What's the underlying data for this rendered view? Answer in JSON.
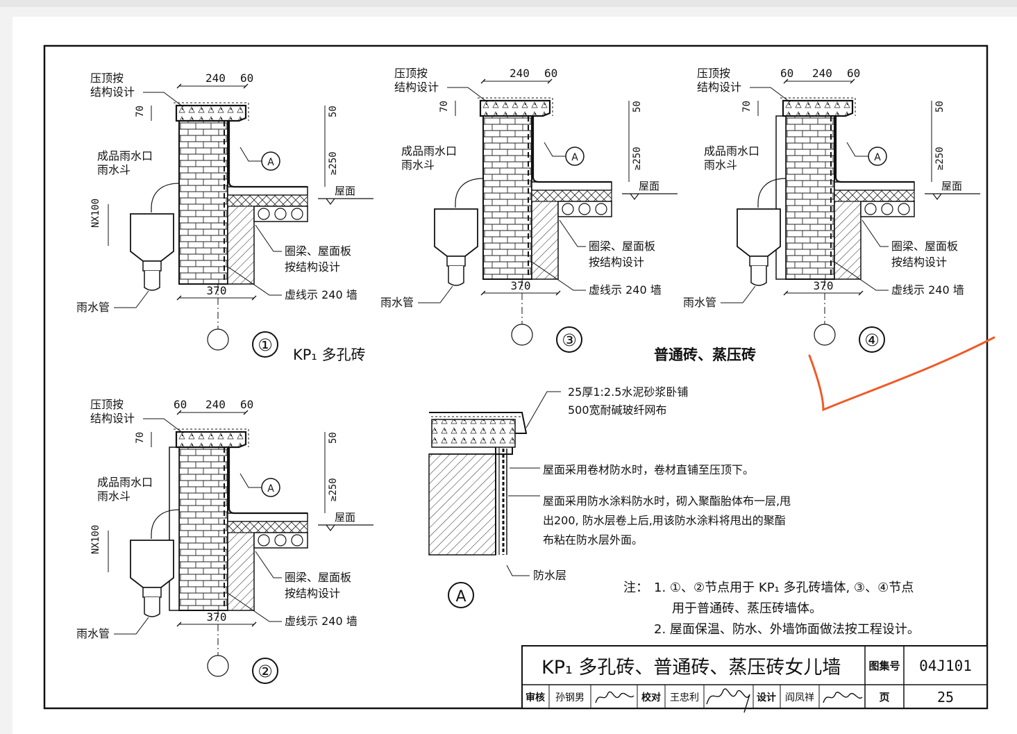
{
  "sheet": {
    "title": "KP₁ 多孔砖、普通砖、蒸压砖女儿墙",
    "atlas_label": "图集号",
    "atlas_no": "04J101",
    "page_label": "页",
    "page_no": "25",
    "review_label": "审核",
    "reviewer": "孙钢男",
    "check_label": "校对",
    "checker": "王忠利",
    "design_label": "设计",
    "designer": "阎凤祥"
  },
  "details": [
    {
      "no": "①",
      "top_dims": [
        "240",
        "60"
      ],
      "bottom_dim": "370",
      "label_top": [
        "压顶按",
        "结构设计"
      ],
      "label_outlet": [
        "成品雨水口",
        "雨水斗"
      ],
      "label_pipe": "雨水管",
      "label_beam": [
        "圈梁、屋面板",
        "按结构设计"
      ],
      "label_dashed": "虚线示 240 墙",
      "label_roof": "屋面",
      "callout": "A",
      "dim_70": "70",
      "dim_50": "50",
      "dim_250": "≥250",
      "dim_nx": "NX100"
    },
    {
      "no": "③",
      "top_dims": [
        "240",
        "60"
      ],
      "bottom_dim": "370",
      "label_top": [
        "压顶按",
        "结构设计"
      ],
      "label_outlet": [
        "成品雨水口",
        "雨水斗"
      ],
      "label_pipe": "雨水管",
      "label_beam": [
        "圈梁、屋面板",
        "按结构设计"
      ],
      "label_dashed": "虚线示 240 墙",
      "label_roof": "屋面",
      "callout": "A",
      "dim_70": "70",
      "dim_50": "50",
      "dim_250": "≥250"
    },
    {
      "no": "④",
      "top_dims": [
        "60",
        "240",
        "60"
      ],
      "bottom_dim": "370",
      "label_top": [
        "压顶按",
        "结构设计"
      ],
      "label_outlet": [
        "成品雨水口",
        "雨水斗"
      ],
      "label_pipe": "雨水管",
      "label_beam": [
        "圈梁、屋面板",
        "按结构设计"
      ],
      "label_dashed": "虚线示 240 墙",
      "label_roof": "屋面",
      "callout": "A",
      "dim_70": "70",
      "dim_50": "50",
      "dim_250": "≥250"
    },
    {
      "no": "②",
      "top_dims": [
        "60",
        "240",
        "60"
      ],
      "bottom_dim": "370",
      "label_top": [
        "压顶按",
        "结构设计"
      ],
      "label_outlet": [
        "成品雨水口",
        "雨水斗"
      ],
      "label_pipe": "雨水管",
      "label_beam": [
        "圈梁、屋面板",
        "按结构设计"
      ],
      "label_dashed": "虚线示 240 墙",
      "label_roof": "屋面",
      "callout": "A",
      "dim_70": "70",
      "dim_50": "50",
      "dim_250": "≥250",
      "dim_nx": "NX100"
    }
  ],
  "group_labels": {
    "kp1": "KP₁ 多孔砖",
    "common": "普通砖、蒸压砖"
  },
  "detail_a": {
    "no": "A",
    "note1": [
      "25厚1:2.5水泥砂浆卧铺",
      "500宽耐碱玻纤网布"
    ],
    "note2": "屋面采用卷材防水时，卷材直铺至压顶下。",
    "note3": [
      "屋面采用防水涂料防水时，砌入聚酯胎体布一层,甩",
      "出200, 防水层卷上后,用该防水涂料将甩出的聚酯",
      "布粘在防水层外面。"
    ],
    "note4": "防水层"
  },
  "notes": {
    "label": "注：",
    "lines": [
      "1. ①、②节点用于 KP₁ 多孔砖墙体, ③、④节点",
      "用于普通砖、蒸压砖墙体。",
      "2. 屋面保温、防水、外墙饰面做法按工程设计。"
    ]
  },
  "annotation": {
    "color": "#f05a28"
  }
}
